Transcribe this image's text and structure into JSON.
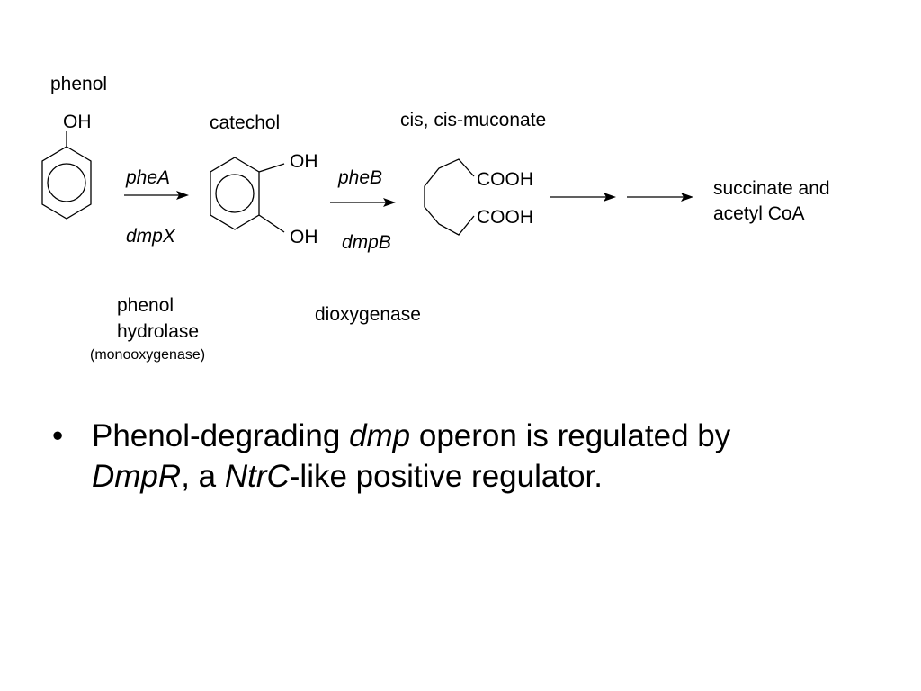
{
  "molecules": {
    "phenol": {
      "name": "phenol",
      "oh": "OH"
    },
    "catechol": {
      "name": "catechol",
      "oh_top": "OH",
      "oh_bottom": "OH"
    },
    "muconate": {
      "name": "cis, cis-muconate",
      "cooh_top": "COOH",
      "cooh_bottom": "COOH"
    },
    "products": {
      "line1": "succinate and",
      "line2": "acetyl CoA"
    }
  },
  "steps": {
    "step1": {
      "gene_top": "pheA",
      "gene_bottom": "dmpX",
      "enzyme_line1": "phenol",
      "enzyme_line2": "hydrolase",
      "enzyme_line3": "(monooxygenase)"
    },
    "step2": {
      "gene_top": "pheB",
      "gene_bottom": "dmpB",
      "enzyme": "dioxygenase"
    }
  },
  "bullet": {
    "marker": "•",
    "part1": "Phenol-degrading ",
    "part2": "dmp",
    "part3": " operon is regulated by",
    "part4": "DmpR",
    "part5": ", a ",
    "part6": "NtrC",
    "part7": "-like positive regulator."
  }
}
